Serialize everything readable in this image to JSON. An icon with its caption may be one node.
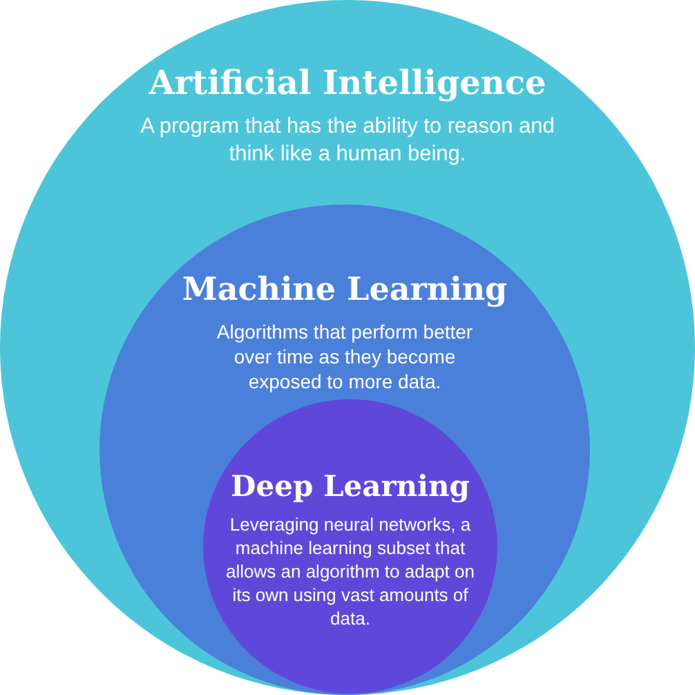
{
  "diagram": {
    "nodes": [
      {
        "text": [
          "Artificial Intelligence",
          "A program that has the ability to reason and think like a human being."
        ]
      },
      {
        "text": [
          "Machine Learning",
          "Algorithms that perform better over time as they become exposed to more data."
        ],
        "in": 0
      },
      {
        "text": [
          "Deep Learning",
          "Leveraging neural networks, a machine learning subset that allows an algorithm to adapt on its own using vast amounts of data."
        ],
        "in": 1
      }
    ]
  }
}
